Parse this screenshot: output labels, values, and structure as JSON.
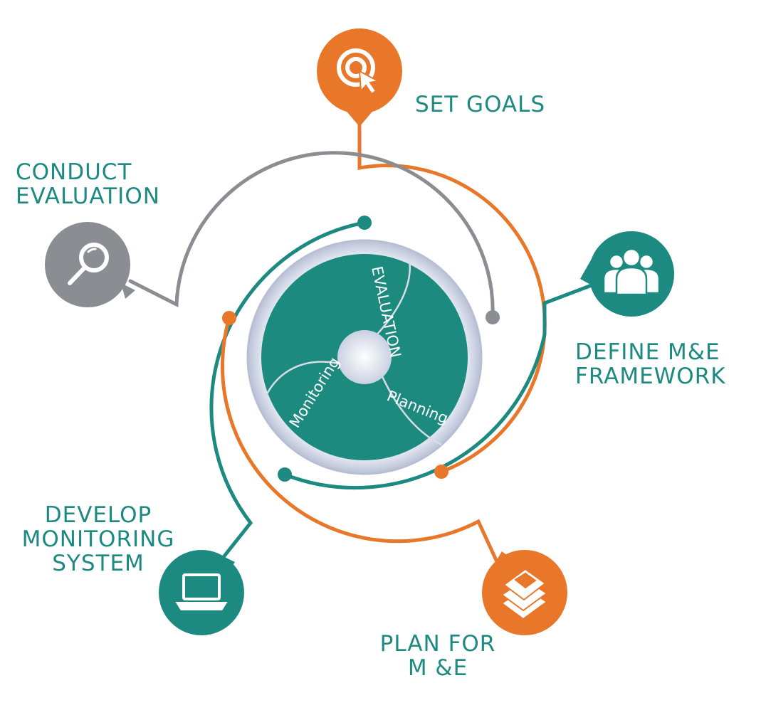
{
  "colors": {
    "teal": "#1c8a80",
    "orange": "#e8772a",
    "gray": "#8a8d92",
    "hub_rim": "#c7cde0",
    "text": "#1c8a80"
  },
  "hub": {
    "segments": [
      "EVALUATION",
      "Monitoring",
      "Planning"
    ]
  },
  "steps": [
    {
      "id": "set-goals",
      "lines": [
        "SET GOALS"
      ],
      "icon": "target-cursor-icon",
      "color": "orange"
    },
    {
      "id": "define-framework",
      "lines": [
        "DEFINE M&E",
        "FRAMEWORK"
      ],
      "icon": "team-icon",
      "color": "teal"
    },
    {
      "id": "plan",
      "lines": [
        "PLAN FOR",
        "M &E"
      ],
      "icon": "books-icon",
      "color": "orange"
    },
    {
      "id": "develop-monitoring",
      "lines": [
        "DEVELOP",
        "MONITORING",
        "SYSTEM"
      ],
      "icon": "laptop-icon",
      "color": "teal"
    },
    {
      "id": "conduct-evaluation",
      "lines": [
        "CONDUCT",
        "EVALUATION"
      ],
      "icon": "magnifier-icon",
      "color": "gray"
    }
  ]
}
